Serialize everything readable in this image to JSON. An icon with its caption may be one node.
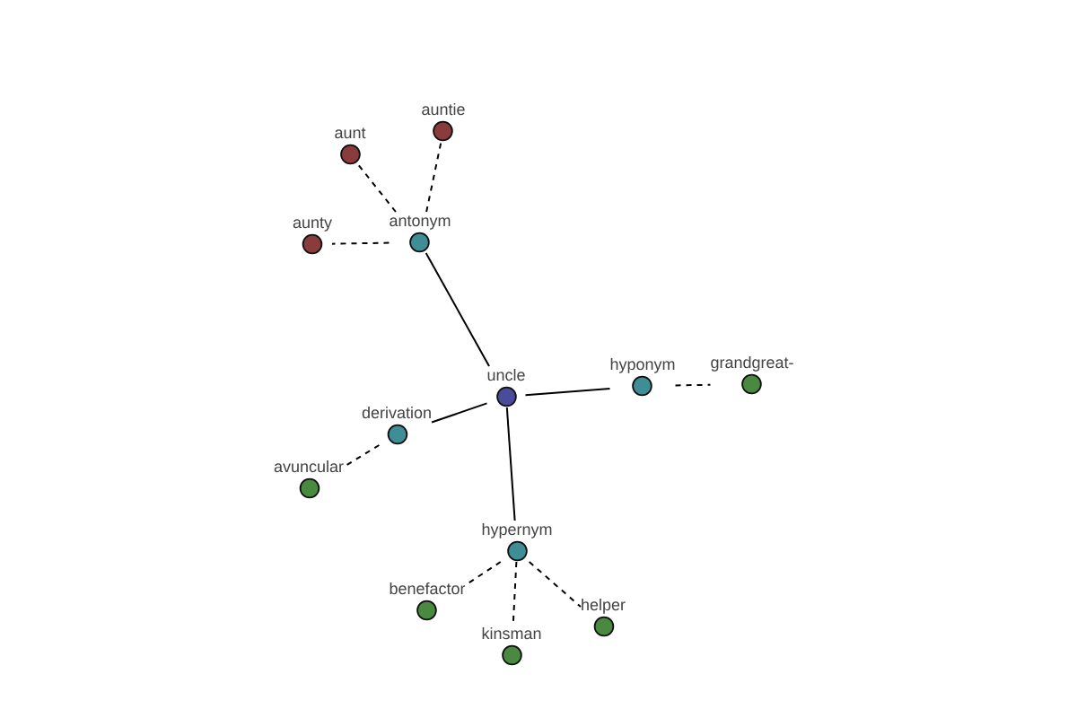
{
  "diagram": {
    "nodes": [
      {
        "text": [
          "uncle"
        ]
      },
      {
        "text": [
          "antonym"
        ]
      },
      {
        "text": [
          "aunt"
        ]
      },
      {
        "text": [
          "auntie"
        ]
      },
      {
        "text": [
          "aunty"
        ]
      },
      {
        "text": [
          "hyponym"
        ]
      },
      {
        "text": [
          "grandgreat-"
        ]
      },
      {
        "text": [
          "derivation"
        ]
      },
      {
        "text": [
          "avuncular"
        ]
      },
      {
        "text": [
          "hypernym"
        ]
      },
      {
        "text": [
          "benefactor"
        ]
      },
      {
        "text": [
          "kinsman"
        ]
      },
      {
        "text": [
          "helper"
        ]
      }
    ],
    "edges": [
      {
        "from": 0,
        "to": 1,
        "arrow": "none"
      },
      {
        "from": 1,
        "to": 2,
        "arrow": "none",
        "style": "dashed"
      },
      {
        "from": 1,
        "to": 3,
        "arrow": "none",
        "style": "dashed"
      },
      {
        "from": 1,
        "to": 4,
        "arrow": "none",
        "style": "dashed"
      },
      {
        "from": 0,
        "to": 5,
        "arrow": "none"
      },
      {
        "from": 5,
        "to": 6,
        "arrow": "none",
        "style": "dashed"
      },
      {
        "from": 0,
        "to": 7,
        "arrow": "none"
      },
      {
        "from": 7,
        "to": 8,
        "arrow": "none",
        "style": "dashed"
      },
      {
        "from": 0,
        "to": 9,
        "arrow": "none"
      },
      {
        "from": 9,
        "to": 10,
        "arrow": "none",
        "style": "dashed"
      },
      {
        "from": 9,
        "to": 11,
        "arrow": "none",
        "style": "dashed"
      },
      {
        "from": 9,
        "to": 12,
        "arrow": "none",
        "style": "dashed"
      }
    ]
  }
}
